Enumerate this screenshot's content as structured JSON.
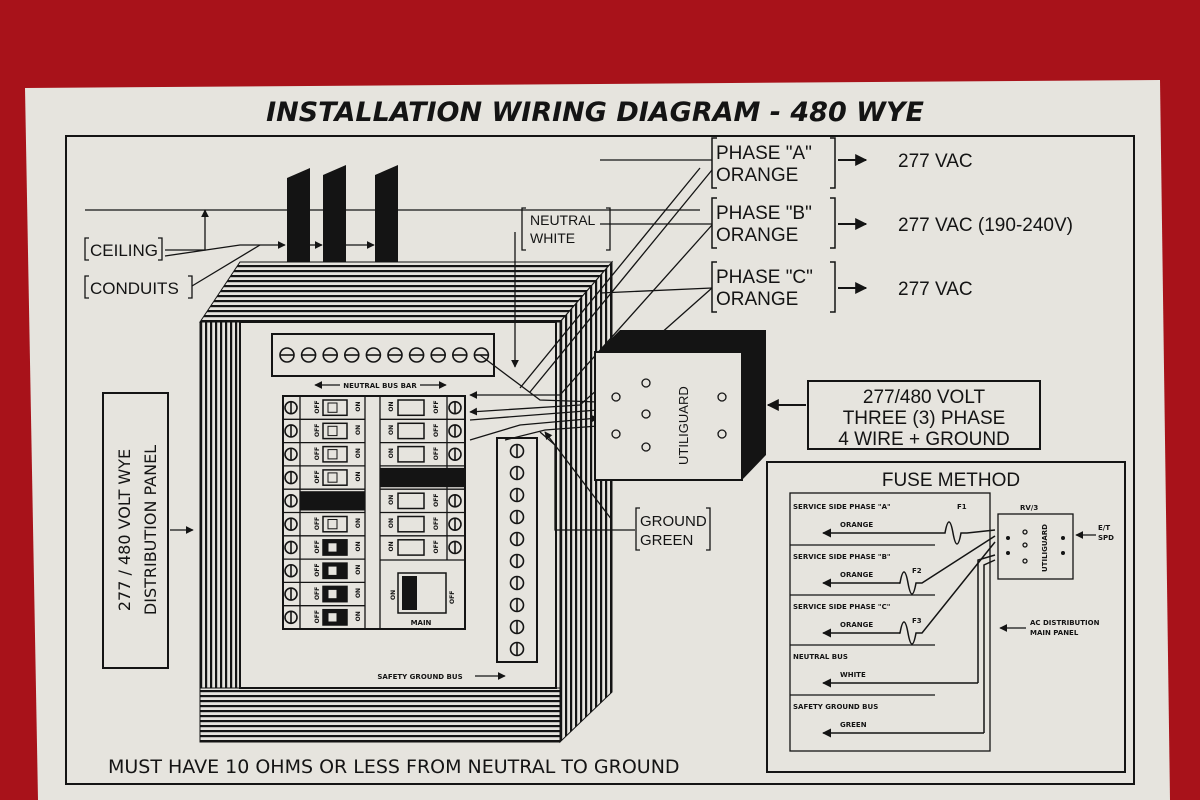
{
  "title": "INSTALLATION WIRING DIAGRAM - 480 WYE",
  "labels": {
    "ceiling": "CEILING",
    "conduits": "CONDUITS",
    "neutral_1": "NEUTRAL",
    "neutral_2": "WHITE",
    "ground_1": "GROUND",
    "ground_2": "GREEN",
    "neutral_bus_bar": "NEUTRAL BUS BAR",
    "safety_ground_bus": "SAFETY GROUND BUS",
    "main": "MAIN",
    "panel_1": "277 / 480 VOLT WYE",
    "panel_2": "DISTRIBUTION PANEL",
    "utiliguard": "UTILIGUARD",
    "breaker_on": "ON",
    "breaker_off": "OFF"
  },
  "phases": [
    {
      "name": "PHASE \"A\"",
      "color": "ORANGE",
      "voltage": "277 VAC"
    },
    {
      "name": "PHASE \"B\"",
      "color": "ORANGE",
      "voltage": "277 VAC (190-240V)"
    },
    {
      "name": "PHASE \"C\"",
      "color": "ORANGE",
      "voltage": "277 VAC"
    }
  ],
  "service": {
    "line1": "277/480 VOLT",
    "line2": "THREE (3) PHASE",
    "line3": "4 WIRE + GROUND"
  },
  "fuse_method": {
    "title": "FUSE METHOD",
    "rows": [
      {
        "label": "SERVICE SIDE PHASE \"A\"",
        "wire": "ORANGE",
        "fuse": "F1"
      },
      {
        "label": "SERVICE SIDE PHASE \"B\"",
        "wire": "ORANGE",
        "fuse": "F2"
      },
      {
        "label": "SERVICE SIDE PHASE \"C\"",
        "wire": "ORANGE",
        "fuse": "F3"
      },
      {
        "label": "NEUTRAL BUS",
        "wire": "WHITE"
      },
      {
        "label": "SAFETY GROUND BUS",
        "wire": "GREEN"
      }
    ],
    "device_model": "RV/3",
    "device_name": "UTILIGUARD",
    "spd_1": "E/T",
    "spd_2": "SPD",
    "ac_1": "AC DISTRIBUTION",
    "ac_2": "MAIN PANEL"
  },
  "footer": "MUST HAVE 10 OHMS OR LESS FROM NEUTRAL TO GROUND",
  "colors": {
    "background": "#a8121a",
    "paper": "#e6e4de",
    "ink": "#141414"
  }
}
